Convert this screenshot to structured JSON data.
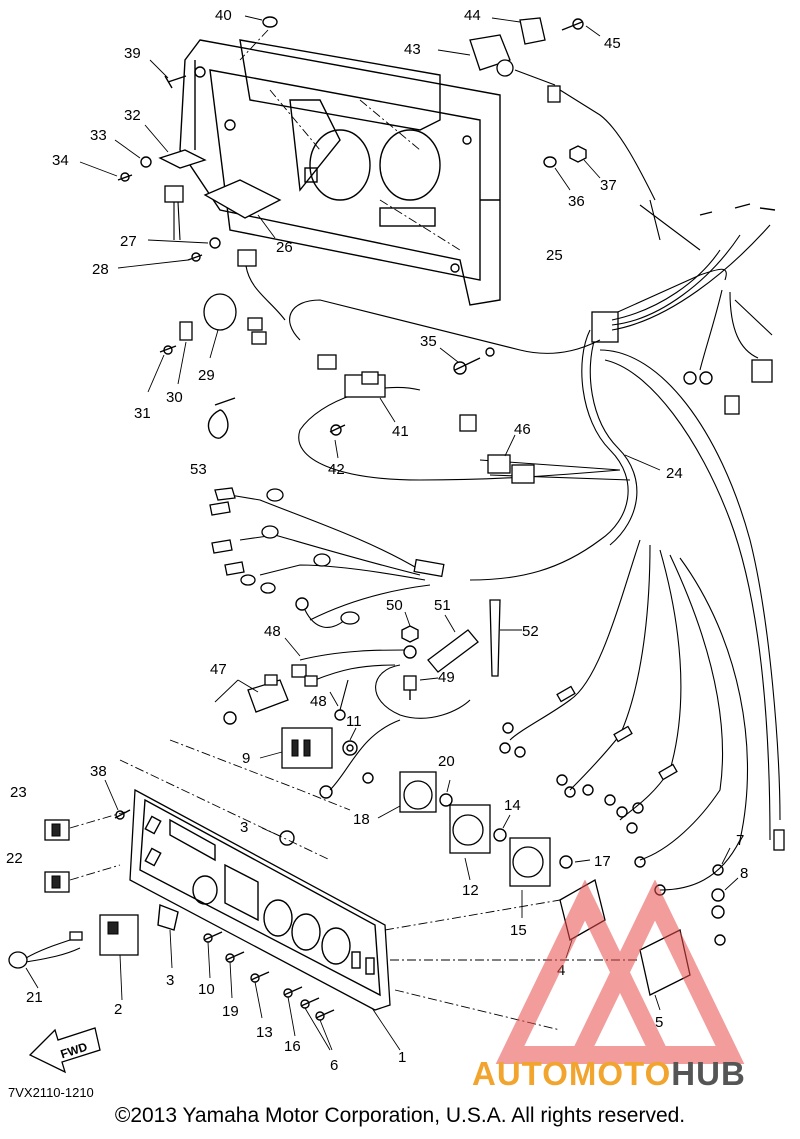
{
  "diagram": {
    "callouts": [
      "1",
      "2",
      "3",
      "3",
      "4",
      "5",
      "6",
      "7",
      "8",
      "9",
      "10",
      "11",
      "12",
      "13",
      "14",
      "15",
      "16",
      "17",
      "18",
      "19",
      "20",
      "21",
      "22",
      "23",
      "24",
      "25",
      "26",
      "27",
      "28",
      "29",
      "30",
      "31",
      "32",
      "33",
      "34",
      "35",
      "36",
      "37",
      "38",
      "39",
      "40",
      "41",
      "42",
      "43",
      "44",
      "45",
      "46",
      "47",
      "48",
      "48",
      "49",
      "50",
      "51",
      "52",
      "53"
    ],
    "fwd_label": "FWD",
    "drawing_code": "7VX2110-1210",
    "copyright": "©2013 Yamaha Motor Corporation, U.S.A. All rights reserved."
  },
  "watermark": {
    "brand_part1": "AUTOMOTO",
    "brand_part2": "HUB",
    "color_primary": "#f2a52e",
    "color_secondary": "#555555",
    "triangle_color": "#e84c4c"
  }
}
